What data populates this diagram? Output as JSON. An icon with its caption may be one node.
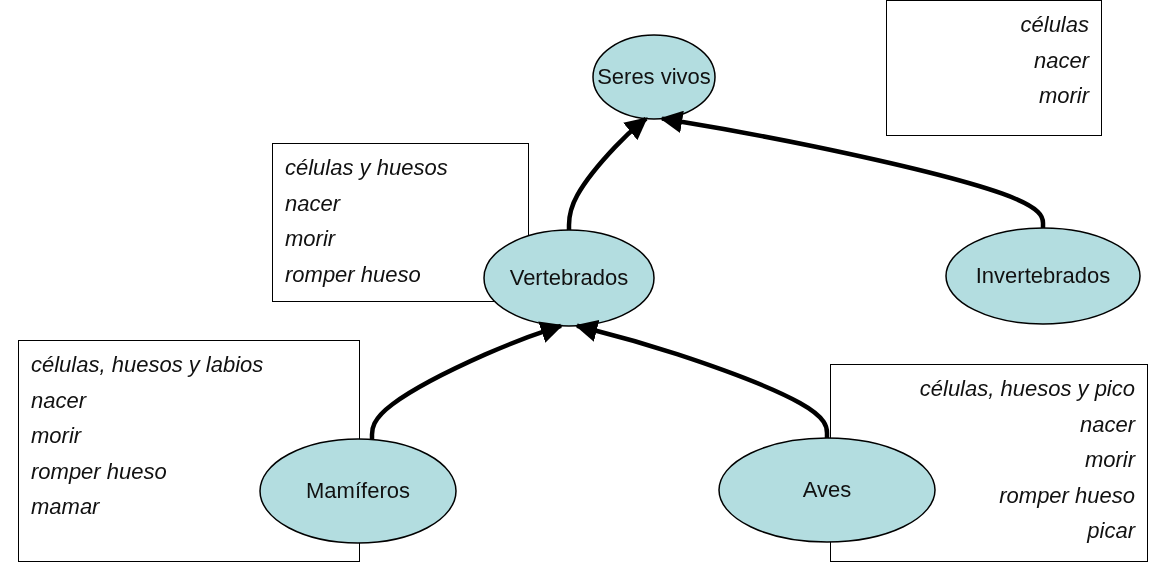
{
  "diagram": {
    "nodes": [
      {
        "text": [
          "Seres vivos"
        ]
      },
      {
        "text": [
          "células",
          "nacer",
          "morir"
        ]
      },
      {
        "text": [
          "células y huesos",
          "nacer",
          "morir",
          "romper hueso"
        ]
      },
      {
        "text": [
          "Vertebrados"
        ]
      },
      {
        "text": [
          "Invertebrados"
        ]
      },
      {
        "text": [
          "células, huesos y labios",
          "nacer",
          "morir",
          "romper hueso",
          "mamar"
        ]
      },
      {
        "text": [
          "Mamíferos"
        ]
      },
      {
        "text": [
          "Aves"
        ]
      },
      {
        "text": [
          "células, huesos y pico",
          "nacer",
          "morir",
          "romper hueso",
          "picar"
        ]
      }
    ],
    "edges": [
      {
        "from": 3,
        "to": 0,
        "arrow": "to"
      },
      {
        "from": 4,
        "to": 0,
        "arrow": "to"
      },
      {
        "from": 6,
        "to": 3,
        "arrow": "to"
      },
      {
        "from": 7,
        "to": 3,
        "arrow": "to"
      }
    ]
  }
}
